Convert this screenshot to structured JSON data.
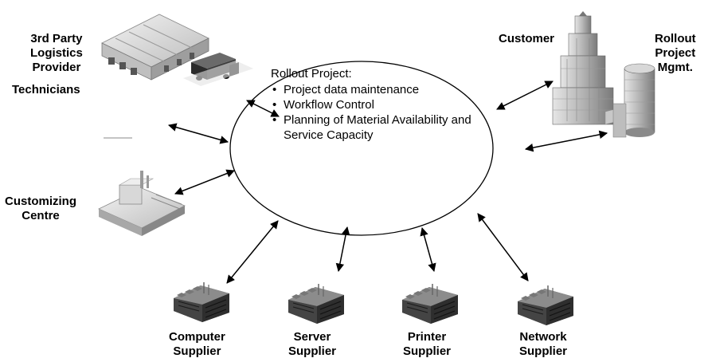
{
  "center": {
    "title": "Rollout Project:",
    "bullets": [
      "Project data maintenance",
      "Workflow Control",
      "Planning of Material Availability and Service Capacity"
    ]
  },
  "nodes": {
    "logistics": [
      "3rd Party",
      "Logistics",
      "Provider"
    ],
    "technicians": [
      "Technicians"
    ],
    "customizing": [
      "Customizing",
      "Centre"
    ],
    "customer": [
      "Customer"
    ],
    "rollout_mgmt": [
      "Rollout",
      "Project",
      "Mgmt."
    ],
    "computer_supplier": [
      "Computer",
      "Supplier"
    ],
    "server_supplier": [
      "Server",
      "Supplier"
    ],
    "printer_supplier": [
      "Printer",
      "Supplier"
    ],
    "network_supplier": [
      "Network",
      "Supplier"
    ]
  },
  "colors": {
    "line": "#000000",
    "building_light": "#d9d9d9",
    "building_mid": "#9a9a9a",
    "building_dark": "#3a3a3a"
  }
}
